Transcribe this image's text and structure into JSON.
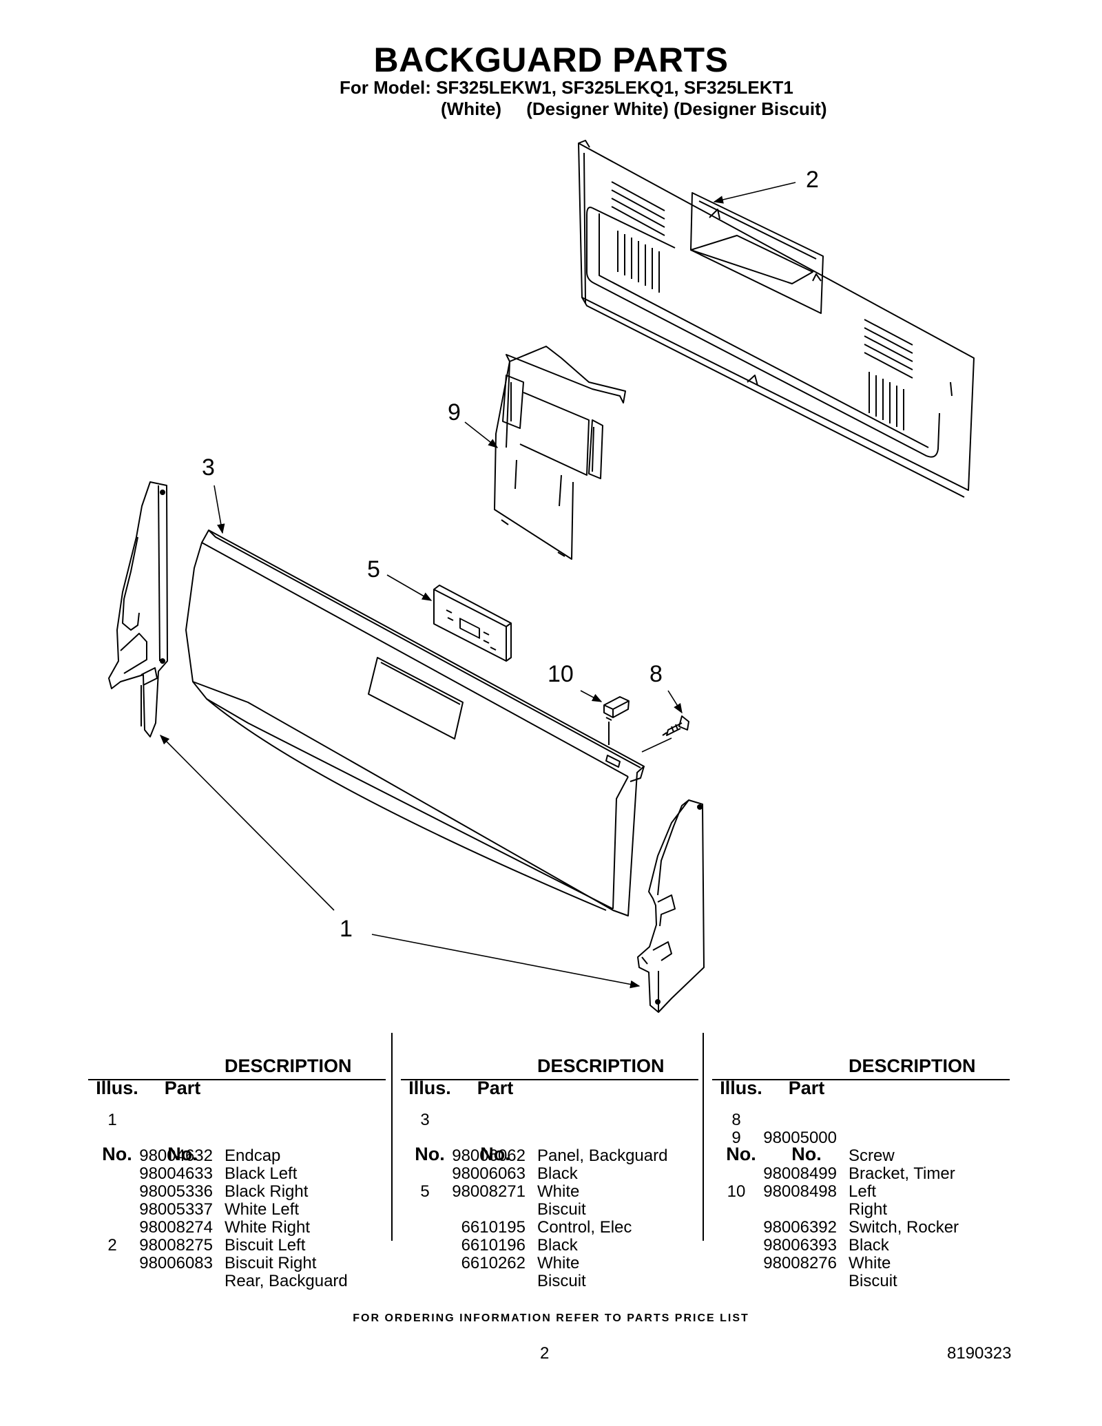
{
  "header": {
    "title": "BACKGUARD PARTS",
    "model_line": "For Model: SF325LEKW1, SF325LEKQ1, SF325LEKT1",
    "color_line": "(White)     (Designer White) (Designer Biscuit)"
  },
  "diagram": {
    "callouts": [
      "2",
      "9",
      "3",
      "5",
      "10",
      "8",
      "1"
    ]
  },
  "table": {
    "headers": {
      "illus_top": "Illus.",
      "illus_bottom": "No.",
      "part_top": "Part",
      "part_bottom": "No.",
      "description": "DESCRIPTION"
    },
    "columns": [
      {
        "rows": [
          {
            "illus": "1",
            "part": "",
            "desc": "Endcap"
          },
          {
            "illus": "",
            "part": "98004632",
            "desc": "Black Left"
          },
          {
            "illus": "",
            "part": "98004633",
            "desc": "Black Right"
          },
          {
            "illus": "",
            "part": "98005336",
            "desc": "White Left"
          },
          {
            "illus": "",
            "part": "98005337",
            "desc": "White Right"
          },
          {
            "illus": "",
            "part": "98008274",
            "desc": "Biscuit Left"
          },
          {
            "illus": "",
            "part": "98008275",
            "desc": "Biscuit Right"
          },
          {
            "illus": "2",
            "part": "98006083",
            "desc": "Rear, Backguard"
          }
        ]
      },
      {
        "rows": [
          {
            "illus": "3",
            "part": "",
            "desc": "Panel, Backguard"
          },
          {
            "illus": "",
            "part": "98006062",
            "desc": "Black"
          },
          {
            "illus": "",
            "part": "98006063",
            "desc": "White"
          },
          {
            "illus": "",
            "part": "98008271",
            "desc": "Biscuit"
          },
          {
            "illus": "5",
            "part": "",
            "desc": "Control, Elec"
          },
          {
            "illus": "",
            "part": "6610195",
            "desc": "Black"
          },
          {
            "illus": "",
            "part": "6610196",
            "desc": "White"
          },
          {
            "illus": "",
            "part": "6610262",
            "desc": "Biscuit"
          }
        ]
      },
      {
        "rows": [
          {
            "illus": "8",
            "part": "98005000",
            "desc": "Screw"
          },
          {
            "illus": "9",
            "part": "",
            "desc": "Bracket, Timer"
          },
          {
            "illus": "",
            "part": "98008499",
            "desc": "Left"
          },
          {
            "illus": "",
            "part": "98008498",
            "desc": "Right"
          },
          {
            "illus": "10",
            "part": "",
            "desc": "Switch, Rocker"
          },
          {
            "illus": "",
            "part": "98006392",
            "desc": "Black"
          },
          {
            "illus": "",
            "part": "98006393",
            "desc": "White"
          },
          {
            "illus": "",
            "part": "98008276",
            "desc": "Biscuit"
          }
        ]
      }
    ]
  },
  "footer": {
    "ordering_note": "FOR ORDERING INFORMATION REFER TO PARTS PRICE LIST",
    "page_number": "2",
    "doc_number": "8190323"
  }
}
